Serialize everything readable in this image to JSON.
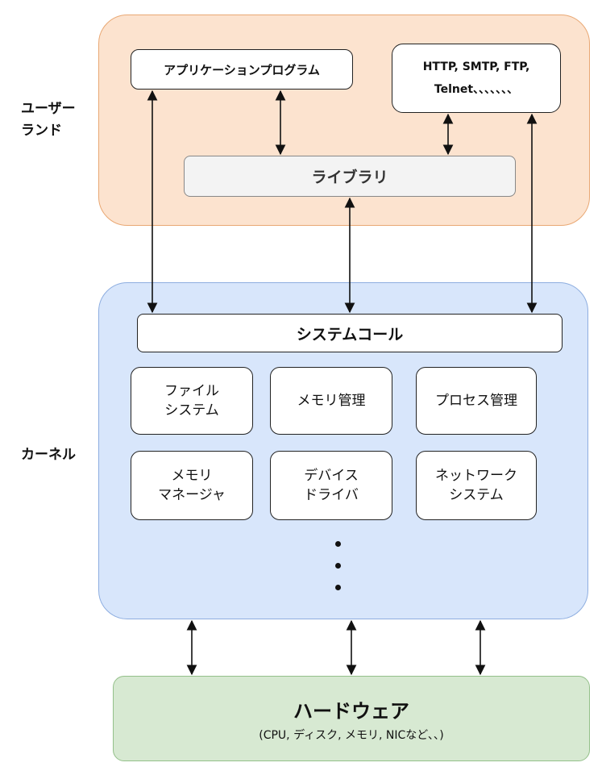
{
  "labels": {
    "userland": "ユーザー\nランド",
    "kernel": "カーネル"
  },
  "userland": {
    "app_program": "アプリケーションプログラム",
    "protocols_line1": "HTTP, SMTP, FTP,",
    "protocols_line2": "Telnet、、、、、、、",
    "library": "ライブラリ"
  },
  "kernel": {
    "system_call": "システムコール",
    "modules": [
      "ファイル\nシステム",
      "メモリ管理",
      "プロセス管理",
      "メモリ\nマネージャ",
      "デバイス\nドライバ",
      "ネットワーク\nシステム"
    ]
  },
  "hardware": {
    "title": "ハードウェア",
    "subtitle": "(CPU, ディスク, メモリ, NICなど､､)"
  },
  "colors": {
    "userland_fill": "#fce3cf",
    "userland_border": "#e9a874",
    "kernel_fill": "#d8e6fb",
    "kernel_border": "#8eaee0",
    "hardware_fill": "#d7e9d2",
    "hardware_border": "#94c08a"
  }
}
